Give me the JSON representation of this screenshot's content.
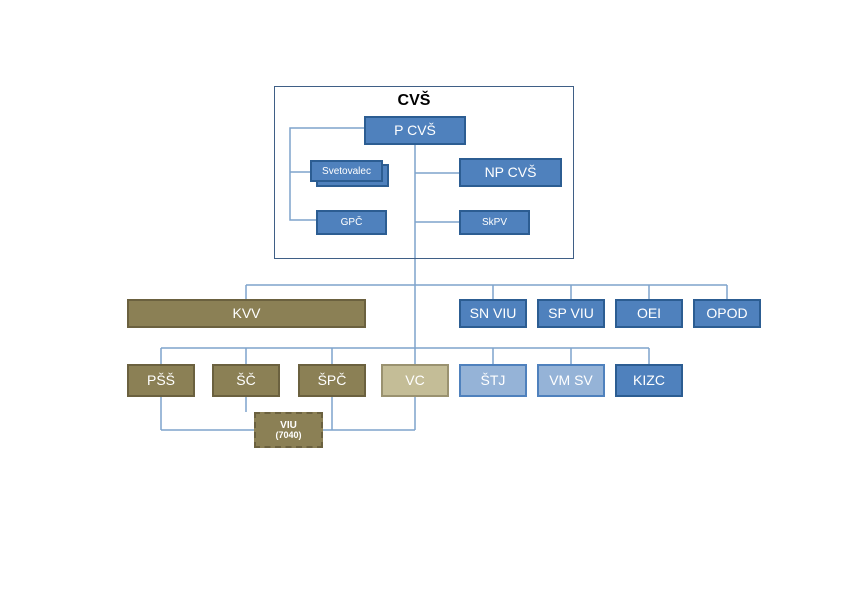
{
  "diagram": {
    "title": "CVŠ",
    "nodes": {
      "p_cvs": "P CVŠ",
      "svetovalec": "Svetovalec",
      "np_cvs": "NP CVŠ",
      "gpc": "GPČ",
      "skpv": "SkPV",
      "kvv": "KVV",
      "sn_viu": "SN VIU",
      "sp_viu": "SP VIU",
      "oei": "OEI",
      "opod": "OPOD",
      "pss": "PŠŠ",
      "sc": "ŠČ",
      "spc": "ŠPČ",
      "vc": "VC",
      "stj": "ŠTJ",
      "vm_sv": "VM SV",
      "kizc": "KIZC",
      "viu": "VIU",
      "viu_code": "(7040)"
    }
  },
  "colors": {
    "blue_fill": "#4f81bd",
    "light_blue_fill": "#95b3d7",
    "olive_fill": "#8b8055",
    "tan_fill": "#c4bd97",
    "connector": "#7ea3cc"
  }
}
